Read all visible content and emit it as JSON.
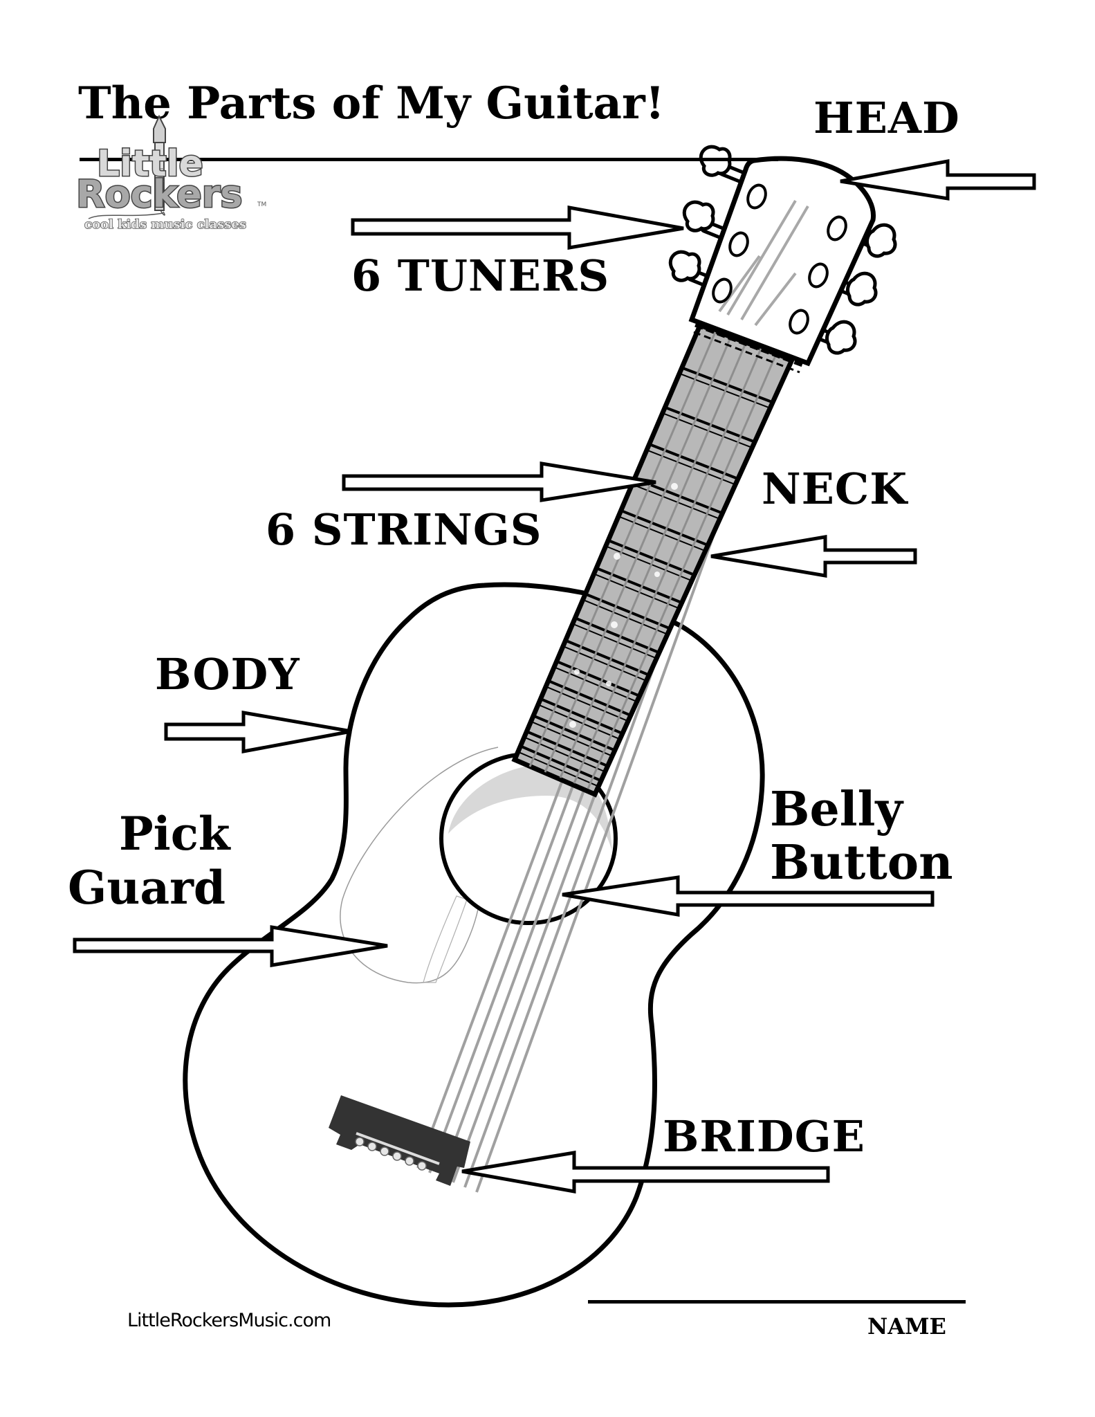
{
  "worksheet": {
    "title": "The Parts of My Guitar!",
    "footer_url": "LittleRockersMusic.com",
    "name_label": "NAME"
  },
  "logo": {
    "line1": "Little",
    "line2": "Rockers",
    "trademark": "TM",
    "tagline": "cool kids music classes"
  },
  "labels": {
    "head": "HEAD",
    "tuners": "6 TUNERS",
    "strings": "6 STRINGS",
    "neck": "NECK",
    "body": "BODY",
    "pick_guard_line1": "Pick",
    "pick_guard_line2": "Guard",
    "belly_button_line1": "Belly",
    "belly_button_line2": "Button",
    "bridge": "BRIDGE"
  },
  "illustration": {
    "subject": "acoustic guitar",
    "tuner_count": 6,
    "string_count": 6,
    "colors": {
      "outline": "#000000",
      "fretboard": "#b8b8b8",
      "bridge": "#333333",
      "soundhole_shadow": "#d8d8d8",
      "pickguard_line": "#9a9a9a"
    }
  }
}
